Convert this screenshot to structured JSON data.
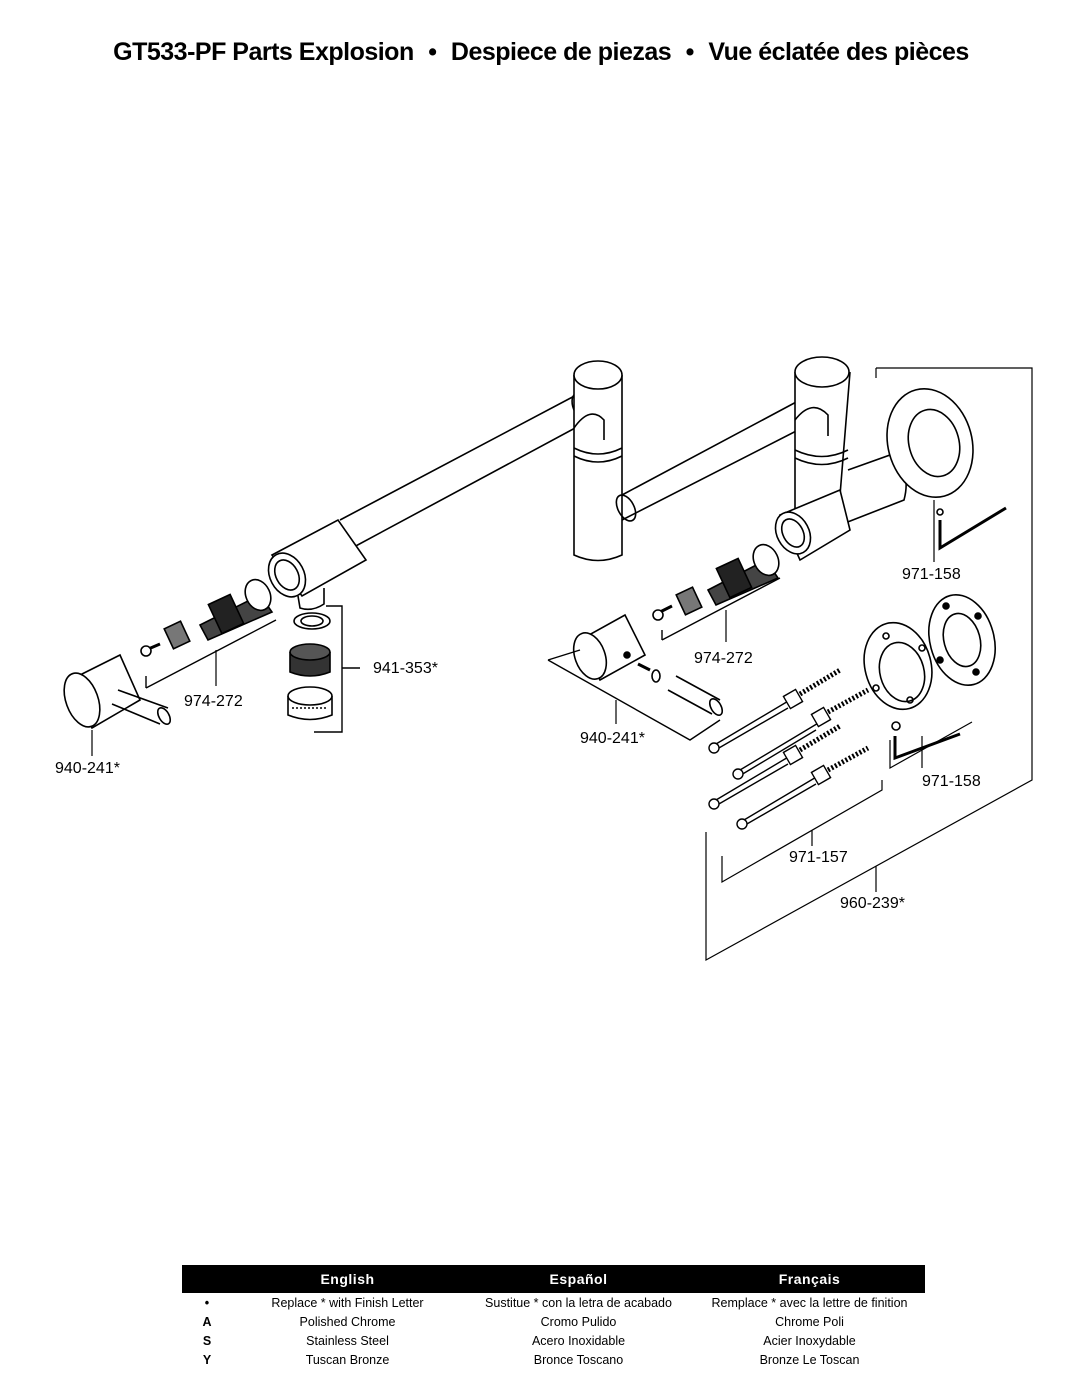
{
  "title": {
    "parts": [
      "GT533-PF Parts Explosion",
      "Despiece de piezas",
      "Vue éclatée des pièces"
    ],
    "separator": "•"
  },
  "callouts": {
    "left_handle": "940-241*",
    "left_cartridge": "974-272",
    "aerator": "941-353*",
    "right_handle": "940-241*",
    "right_cartridge": "974-272",
    "hex_key_top": "971-158",
    "hex_key_bottom": "971-158",
    "bolts": "971-157",
    "mount_kit": "960-239*"
  },
  "legend": {
    "headers": [
      "English",
      "Español",
      "Français"
    ],
    "rows": [
      {
        "code": "•",
        "english": "Replace * with Finish Letter",
        "spanish": "Sustitue * con la letra de acabado",
        "french": "Remplace * avec la lettre de finition"
      },
      {
        "code": "A",
        "english": "Polished Chrome",
        "spanish": "Cromo Pulido",
        "french": "Chrome Poli"
      },
      {
        "code": "S",
        "english": "Stainless Steel",
        "spanish": "Acero Inoxidable",
        "french": "Acier Inoxydable"
      },
      {
        "code": "Y",
        "english": "Tuscan Bronze",
        "spanish": "Bronce Toscano",
        "french": "Bronze Le Toscan"
      }
    ]
  }
}
